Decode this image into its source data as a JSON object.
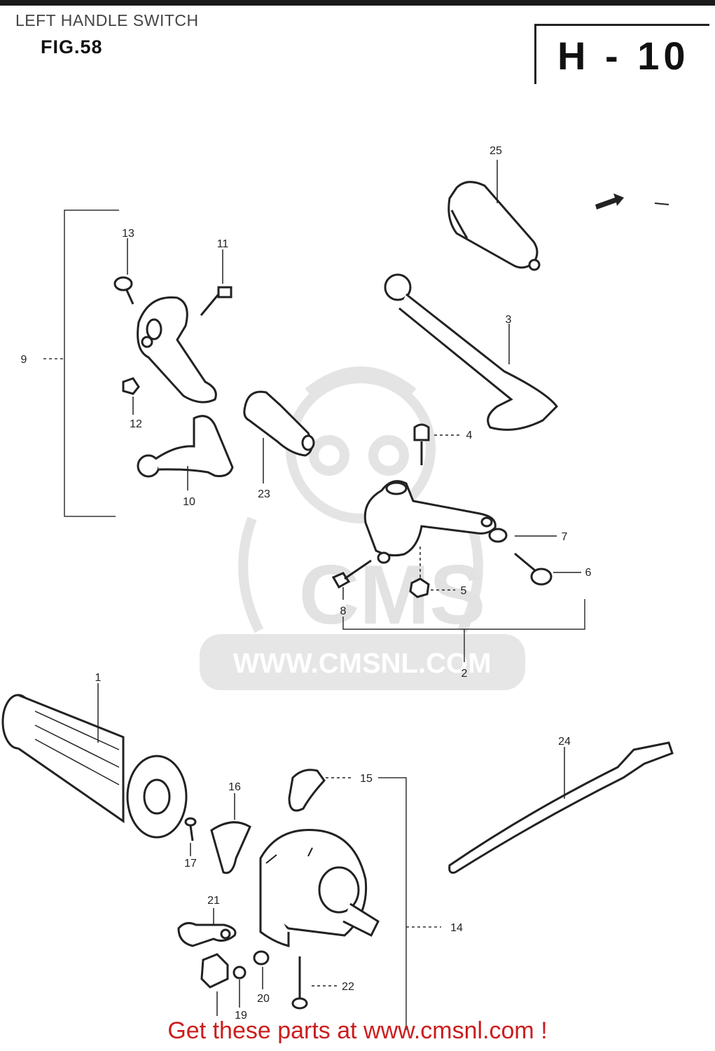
{
  "header": {
    "title": "LEFT HANDLE SWITCH",
    "figure_label": "FIG.58",
    "page_code": "H - 10"
  },
  "watermark": {
    "text": "WWW.CMSNL.COM",
    "logo_text": "CMS"
  },
  "callouts": {
    "n1": "1",
    "n2": "2",
    "n3": "3",
    "n4": "4",
    "n5": "5",
    "n6": "6",
    "n7": "7",
    "n8": "8",
    "n9": "9",
    "n10": "10",
    "n11": "11",
    "n12": "12",
    "n13": "13",
    "n14": "14",
    "n15": "15",
    "n16": "16",
    "n17": "17",
    "n19": "19",
    "n20": "20",
    "n21": "21",
    "n22": "22",
    "n23": "23",
    "n24": "24",
    "n25": "25"
  },
  "footer": {
    "text": "Get these parts at www.cmsnl.com !"
  },
  "colors": {
    "ink": "#222222",
    "footer": "#cc1d1d",
    "watermark": "#e2e2e2"
  }
}
